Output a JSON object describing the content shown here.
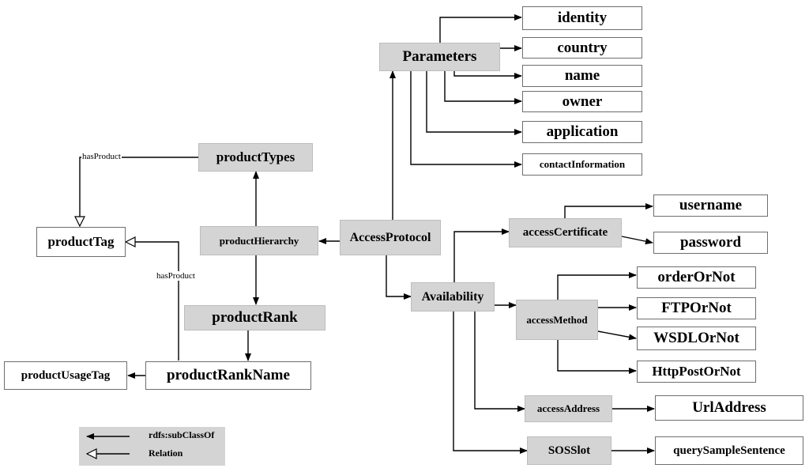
{
  "nodes": {
    "parameters": "Parameters",
    "identity": "identity",
    "country": "country",
    "name": "name",
    "owner": "owner",
    "application": "application",
    "contactInformation": "contactInformation",
    "productTypes": "productTypes",
    "productTag": "productTag",
    "productHierarchy": "productHierarchy",
    "accessProtocol": "AccessProtocol",
    "productRank": "productRank",
    "productRankName": "productRankName",
    "productUsageTag": "productUsageTag",
    "accessCertificate": "accessCertificate",
    "username": "username",
    "password": "password",
    "availability": "Availability",
    "accessMethod": "accessMethod",
    "orderOrNot": "orderOrNot",
    "ftpOrNot": "FTPOrNot",
    "wsdlOrNot": "WSDLOrNot",
    "httpPostOrNot": "HttpPostOrNot",
    "accessAddress": "accessAddress",
    "urlAddress": "UrlAddress",
    "sosSlot": "SOSSlot",
    "querySampleSentence": "querySampleSentence"
  },
  "edge_labels": {
    "hasProduct_top": "hasProduct",
    "hasProduct_right": "hasProduct"
  },
  "legend": {
    "subclass": "rdfs:subClassOf",
    "relation": "Relation"
  }
}
